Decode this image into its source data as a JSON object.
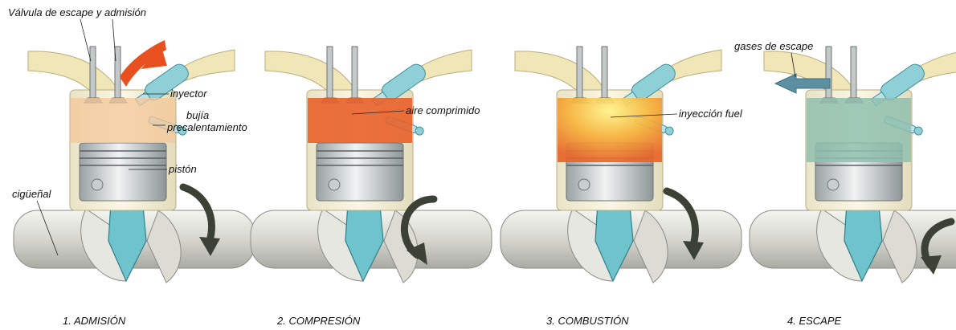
{
  "labels": {
    "valvula": "Válvula de escape y admisión",
    "inyector": "inyector",
    "bujia": "bujía",
    "precalentamiento": "precalentamiento",
    "piston": "pistón",
    "ciguenal": "cigüeñal",
    "aire_comprimido": "aire comprimido",
    "inyeccion_fuel": "inyección fuel",
    "gases_escape": "gases de escape"
  },
  "stages": [
    {
      "caption": "1. ADMISIÓN",
      "chamber_color": "#f6c79a"
    },
    {
      "caption": "2. COMPRESIÓN",
      "chamber_color": "#e8602a"
    },
    {
      "caption": "3. COMBUSTIÓN",
      "chamber_color": "#f3a43a"
    },
    {
      "caption": "4. ESCAPE",
      "chamber_color": "#8fbfae"
    }
  ],
  "colors": {
    "intake_arrow": "#e8501f",
    "exhaust_arrow": "#5d8fa3",
    "rotation_arrow": "#3c4136",
    "pipe": "#f0e6b8",
    "injector": "#8fd0d8",
    "con_rod": "#6fc3cc"
  }
}
